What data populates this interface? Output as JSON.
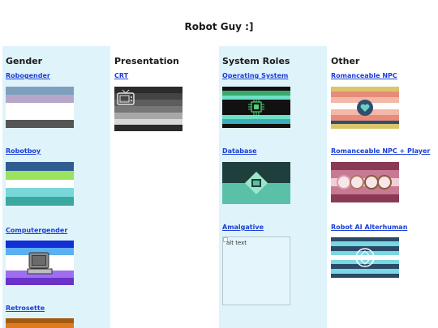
{
  "page": {
    "title": "Robot Guy :]"
  },
  "columns": {
    "gender": {
      "heading": "Gender",
      "items": [
        {
          "label": "Robogender"
        },
        {
          "label": "Robotboy"
        },
        {
          "label": "Computergender"
        },
        {
          "label": "Retrosette"
        }
      ]
    },
    "presentation": {
      "heading": "Presentation",
      "items": [
        {
          "label": "CRT"
        }
      ]
    },
    "system_roles": {
      "heading": "System Roles",
      "items": [
        {
          "label": "Operating System"
        },
        {
          "label": "Database"
        },
        {
          "label": "Amalgative",
          "alt": "alt text"
        }
      ]
    },
    "other": {
      "heading": "Other",
      "items": [
        {
          "label": "Romanceable NPC"
        },
        {
          "label": "Romanceable NPC + Player"
        },
        {
          "label": "Robot AI Alterhuman"
        }
      ]
    }
  },
  "colors": {
    "column_bg": "#dff3fb",
    "link": "#1a3ed6"
  }
}
